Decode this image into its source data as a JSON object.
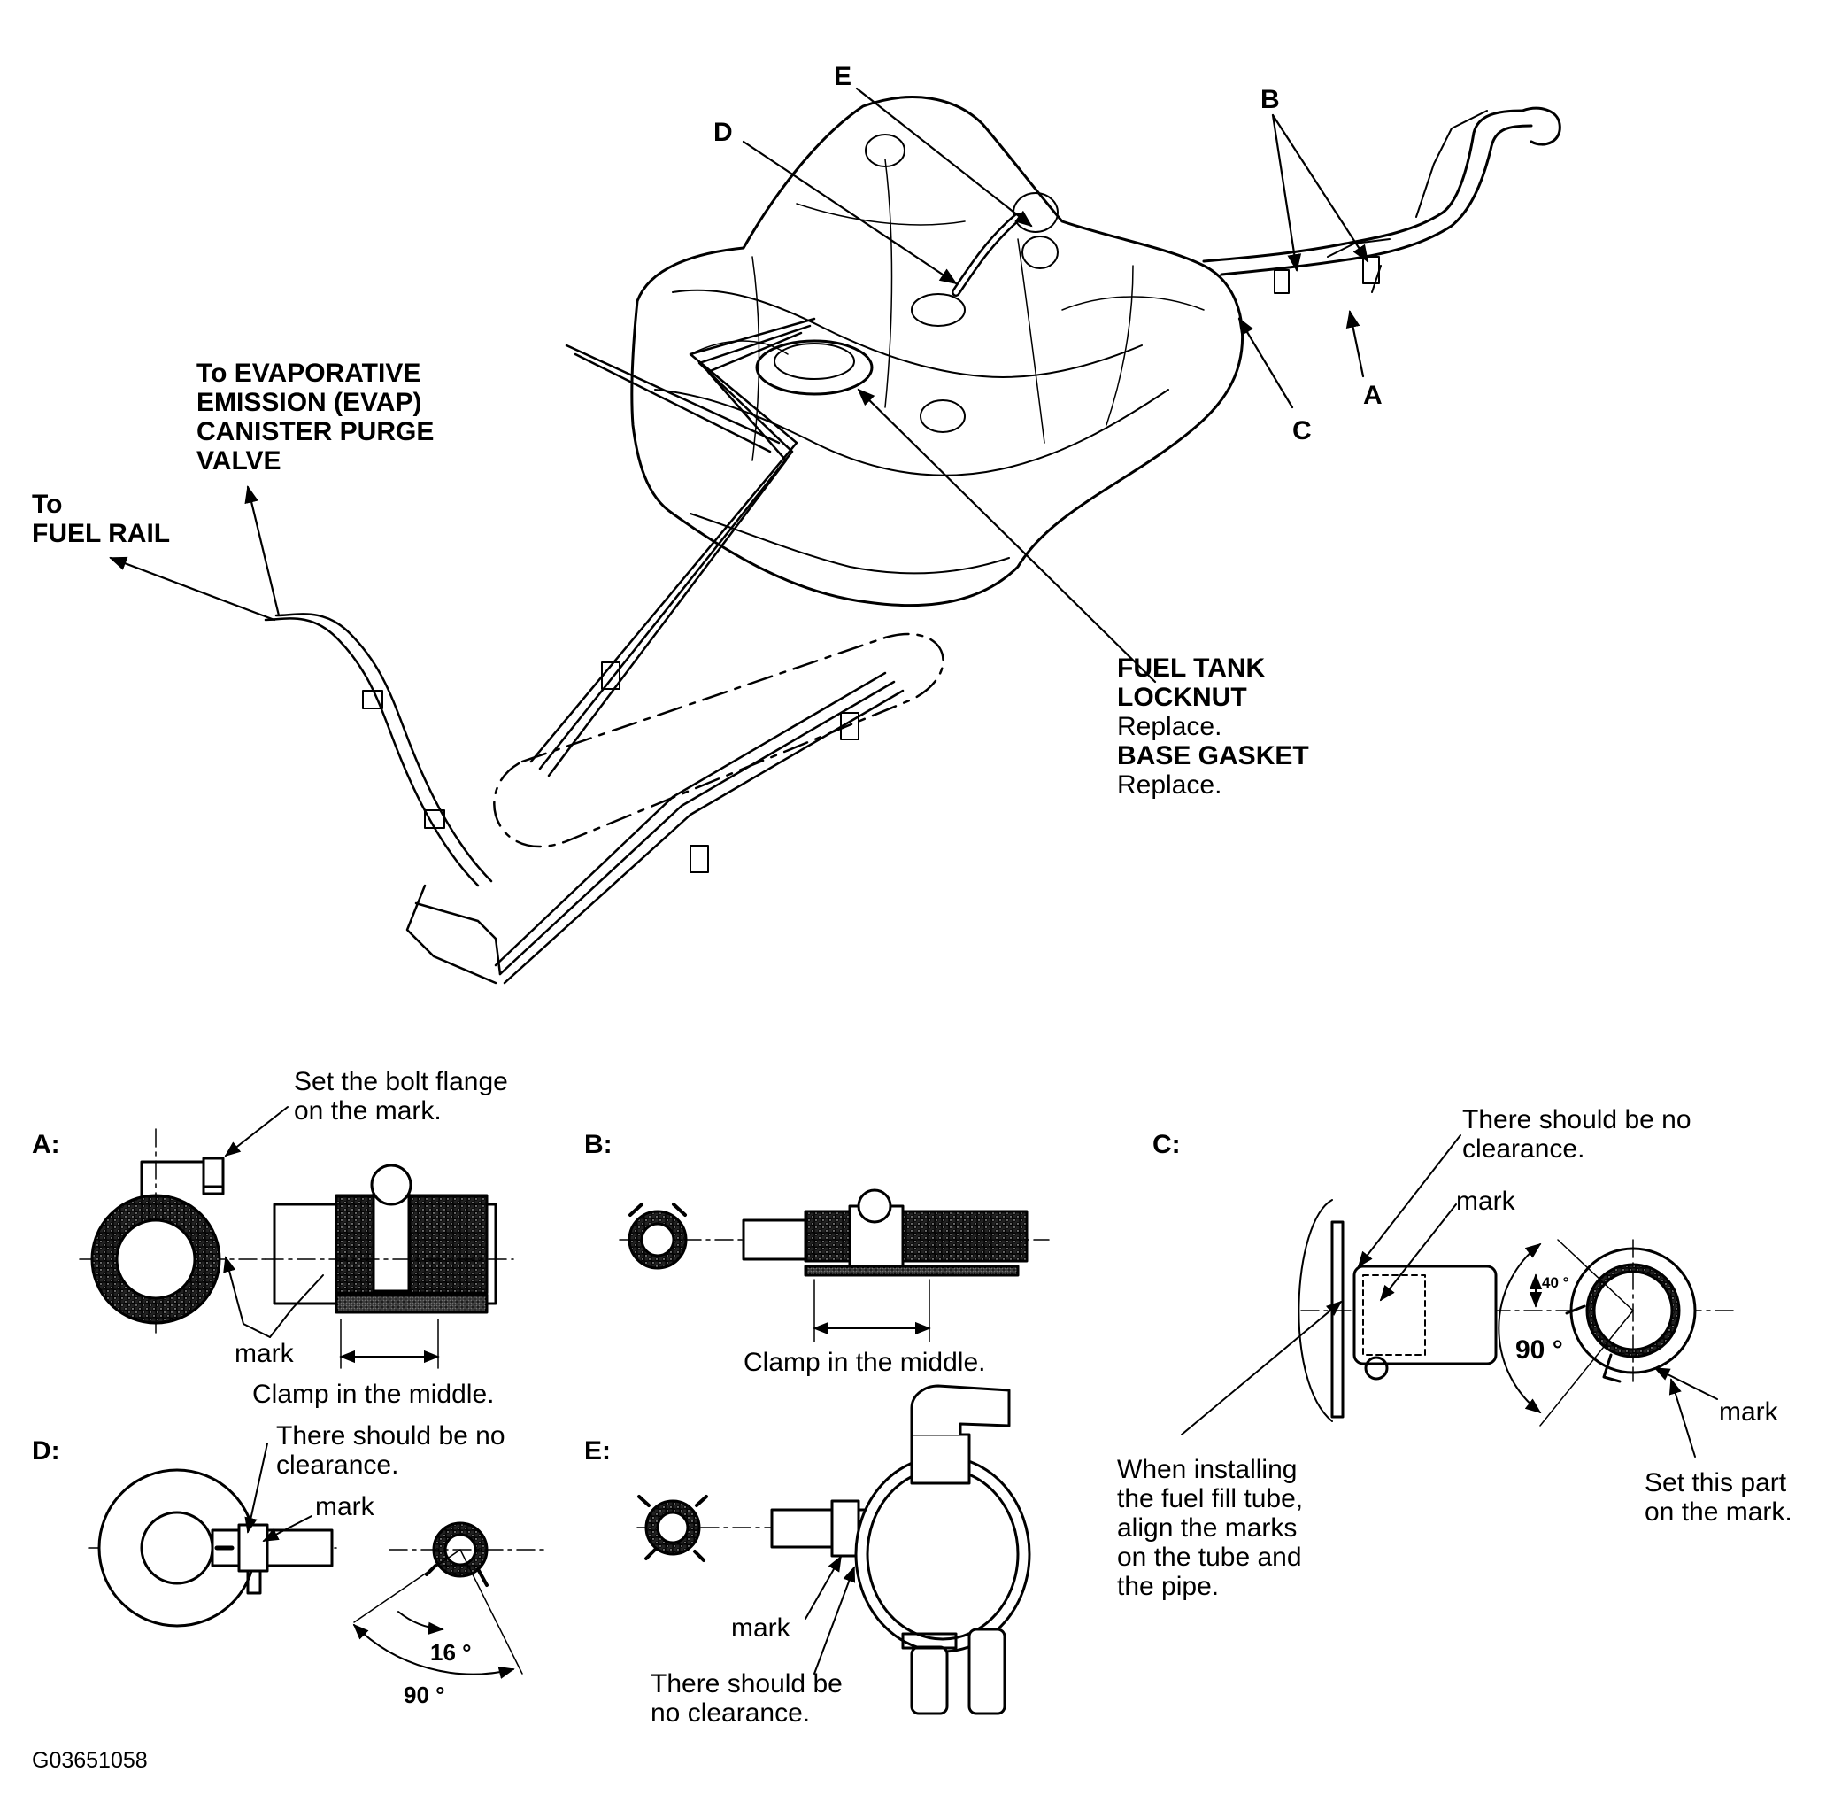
{
  "callouts": {
    "e": "E",
    "d": "D",
    "b": "B",
    "a": "A",
    "c": "C"
  },
  "main_labels": {
    "evap_line1": "To EVAPORATIVE",
    "evap_line2": "EMISSION (EVAP)",
    "evap_line3": "CANISTER PURGE",
    "evap_line4": "VALVE",
    "fuel_rail_line1": "To",
    "fuel_rail_line2": "FUEL RAIL",
    "locknut_line1": "FUEL TANK",
    "locknut_line2": "LOCKNUT",
    "locknut_action": "Replace.",
    "gasket": "BASE GASKET",
    "gasket_action": "Replace."
  },
  "detail_a": {
    "heading": "A:",
    "note_line1": "Set the bolt flange",
    "note_line2": "on the mark.",
    "mark": "mark",
    "clamp_note": "Clamp in the middle."
  },
  "detail_b": {
    "heading": "B:",
    "clamp_note": "Clamp in the middle."
  },
  "detail_c": {
    "heading": "C:",
    "clearance_line1": "There should be no",
    "clearance_line2": "clearance.",
    "mark_top": "mark",
    "angle_small": "40 °",
    "angle_large": "90 °",
    "mark_right": "mark",
    "install_line1": "When installing",
    "install_line2": "the fuel fill tube,",
    "install_line3": "align the marks",
    "install_line4": "on the tube and",
    "install_line5": "the pipe.",
    "set_line1": "Set this part",
    "set_line2": "on the mark."
  },
  "detail_d": {
    "heading": "D:",
    "clearance_line1": "There should be no",
    "clearance_line2": "clearance.",
    "mark": "mark",
    "angle_small": "16 °",
    "angle_large": "90 °"
  },
  "detail_e": {
    "heading": "E:",
    "mark": "mark",
    "clearance_line1": "There should be",
    "clearance_line2": "no clearance."
  },
  "figure_code": "G03651058"
}
